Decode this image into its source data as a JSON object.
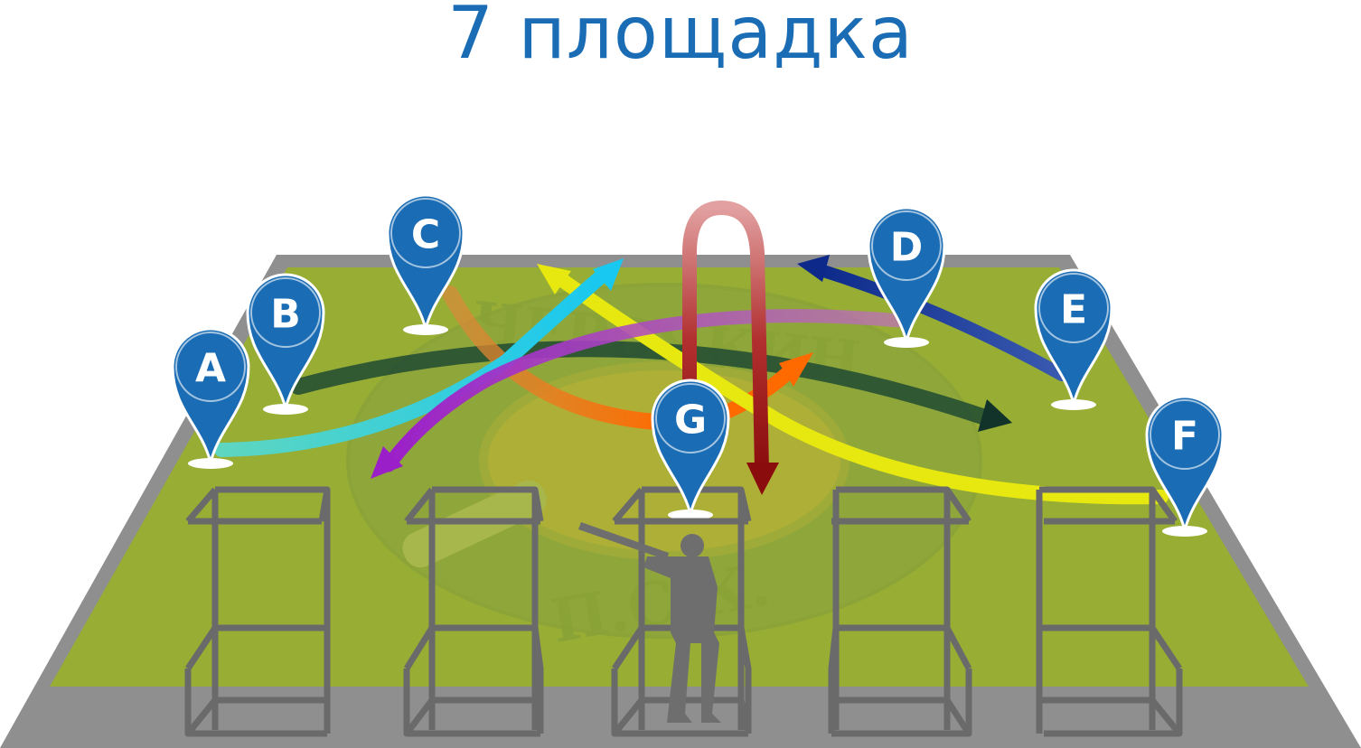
{
  "title": "7 площадка",
  "colors": {
    "title": "#1a6cb4",
    "field": "#97ad34",
    "border": "#8f8f8f",
    "marker": "#1a6cb4",
    "cage": "#6a6a6a"
  },
  "logo": {
    "top_text": "ЧЕРВЯКИН",
    "bottom_text": "П.С.К."
  },
  "stations": [
    {
      "label": "A"
    },
    {
      "label": "B"
    },
    {
      "label": "C"
    },
    {
      "label": "D"
    },
    {
      "label": "E"
    },
    {
      "label": "F"
    },
    {
      "label": "G"
    }
  ],
  "trajectory_colors": {
    "A": "#2ec4c4",
    "B": "#1e4a32",
    "C": "#f07a10",
    "D": "#9b1fc9",
    "E": "#1a3a9a",
    "F": "#e6e810",
    "G_cyan": "#18c8f0",
    "G_orange": "#ff6a00",
    "G_red": "#a01818"
  }
}
